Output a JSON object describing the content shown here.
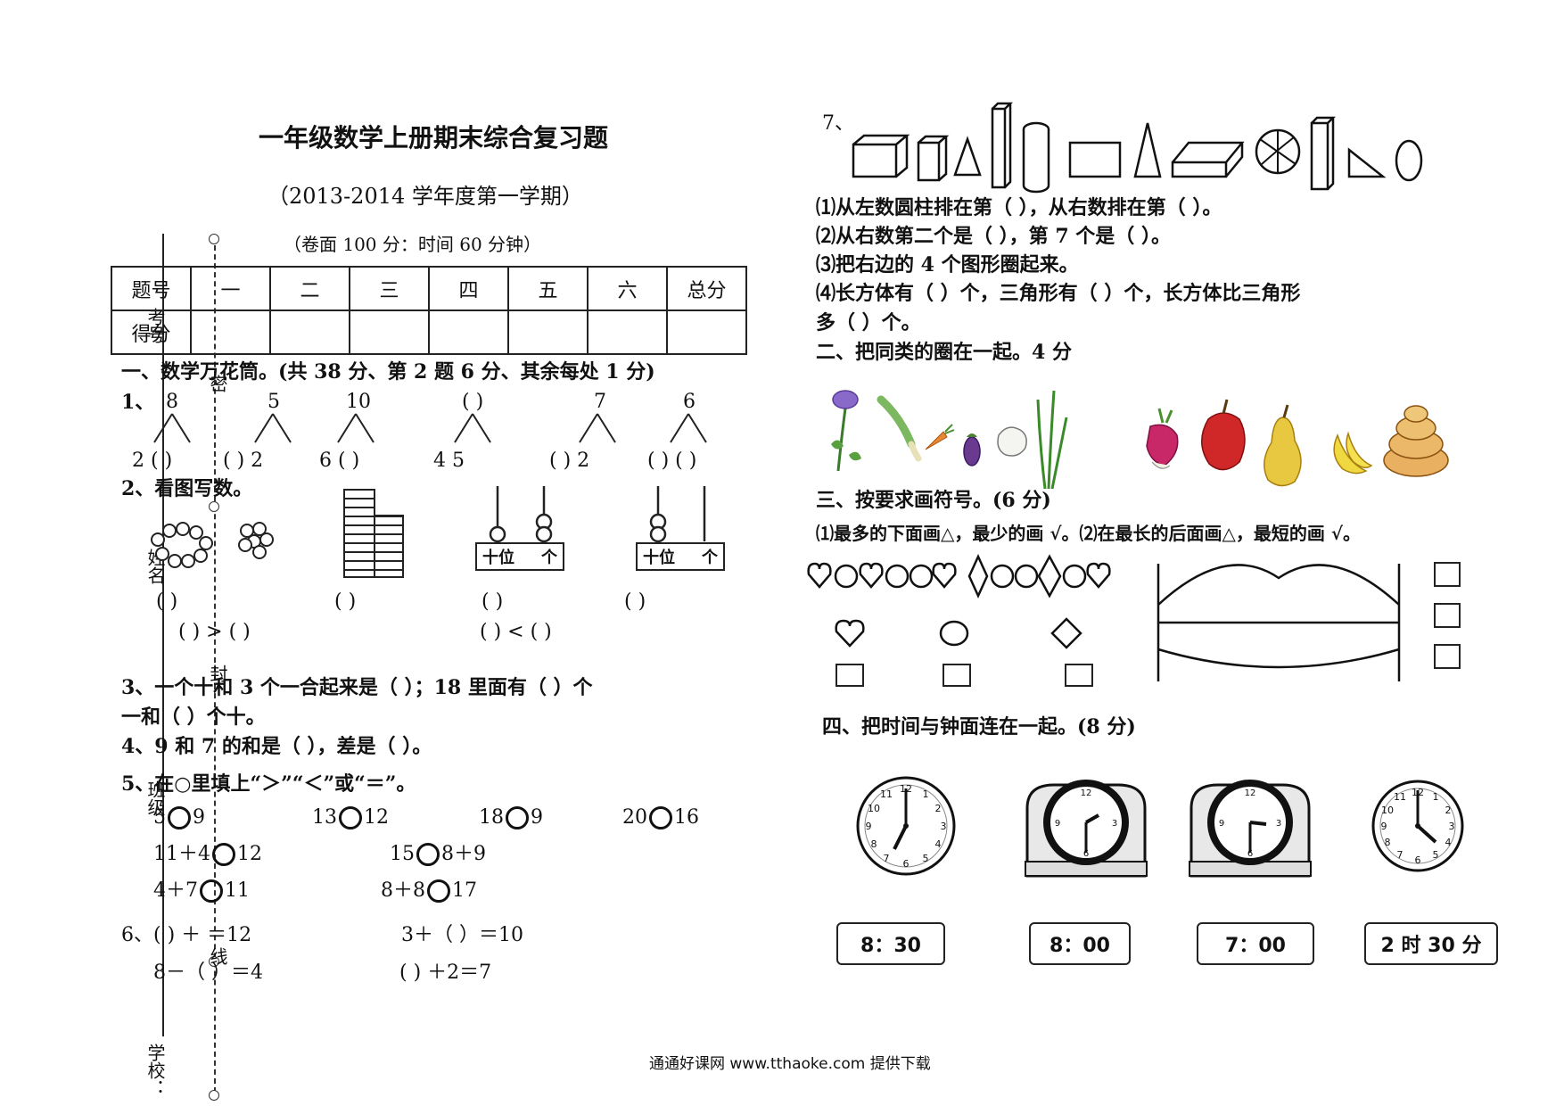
{
  "header": {
    "title": "一年级数学上册期末综合复习题",
    "subtitle": "（2013-2014 学年度第一学期）",
    "score_note": "（卷面 100 分：时间 60 分钟）"
  },
  "score_table": {
    "row1": [
      "题号",
      "一",
      "二",
      "三",
      "四",
      "五",
      "六",
      "总分"
    ],
    "row2_label": "得分"
  },
  "binding": {
    "school": "学校：",
    "class": "班级",
    "name": "姓名",
    "id": "考号",
    "mark1": "密",
    "mark2": "封",
    "mark3": "线"
  },
  "left": {
    "sec1_title": "一、数学万花筒。(共 38 分、第 2 题 6 分、其余每处 1 分)",
    "q1_label": "1、",
    "q1_tops": [
      "8",
      "5",
      "10",
      "( )",
      "7",
      "6"
    ],
    "q1_bottoms": [
      "2  ( )",
      "( )  2",
      "6  ( )",
      "4  5",
      "( )  2",
      "( ) ( )"
    ],
    "q2_label": "2、看图写数。",
    "placard_tens": "十位",
    "placard_ones": "个",
    "q2_blanks": [
      "(      )",
      "(    )",
      "(     )",
      "(      )"
    ],
    "q2_compare1": "(       ) > (       )",
    "q2_compare2": "(       ) < (       )",
    "q3_line1": "3、一个十和 3 个一合起来是（       ）；18 里面有（        ）个",
    "q3_line2": "一和（      ）个十。",
    "q4": "4、9 和 7 的和是（      ），差是（      ）。",
    "q5": "5、在○里填上“＞”“＜”或“＝”。",
    "q5_row1": [
      [
        "5",
        "9"
      ],
      [
        "13",
        "12"
      ],
      [
        "18",
        "9"
      ],
      [
        "20",
        "16"
      ]
    ],
    "q5_row2": [
      [
        "11＋4",
        "12"
      ],
      [
        "15",
        "8＋9"
      ]
    ],
    "q5_row3": [
      [
        "4＋7",
        "11"
      ],
      [
        "8＋8",
        "17"
      ]
    ],
    "q6_line1a": "6、(      ) ＋  ＝12",
    "q6_line1b": "3＋（        ）＝10",
    "q6_line2a": "8－（      ）＝4",
    "q6_line2b": "(         ) ＋2＝7"
  },
  "right": {
    "q7_label": "7、",
    "q7_1": "⑴从左数圆柱排在第（       ），从右数排在第（       ）。",
    "q7_2": "⑵从右数第二个是（       ），第 7 个是（       ）。",
    "q7_3": "⑶把右边的 4 个图形圈起来。",
    "q7_4a": "⑷长方体有（      ）个，三角形有（      ）个，长方体比三角形",
    "q7_4b": "多（       ）个。",
    "sec2_title": "二、把同类的圈在一起。4 分",
    "sec3_title": "三、按要求画符号。(6 分)",
    "sec3_instr": "⑴最多的下面画△，最少的画 √。⑵在最长的后面画△，最短的画 √。",
    "sec4_title": "四、把时间与钟面连在一起。(8 分)",
    "times": [
      "8：30",
      "8：00",
      "7：00",
      "2 时 30 分"
    ]
  },
  "footer": "通通好课网  www.tthaoke.com  提供下载"
}
